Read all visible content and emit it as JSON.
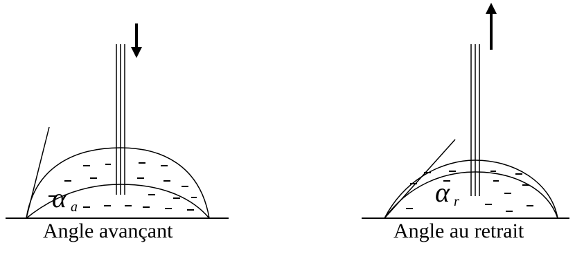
{
  "panels": [
    {
      "caption": "Angle avançant",
      "angle_symbol": "α",
      "angle_subscript": "a",
      "needle_motion": "down"
    },
    {
      "caption": "Angle au retrait",
      "angle_symbol": "α",
      "angle_subscript": "r",
      "needle_motion": "up"
    }
  ]
}
